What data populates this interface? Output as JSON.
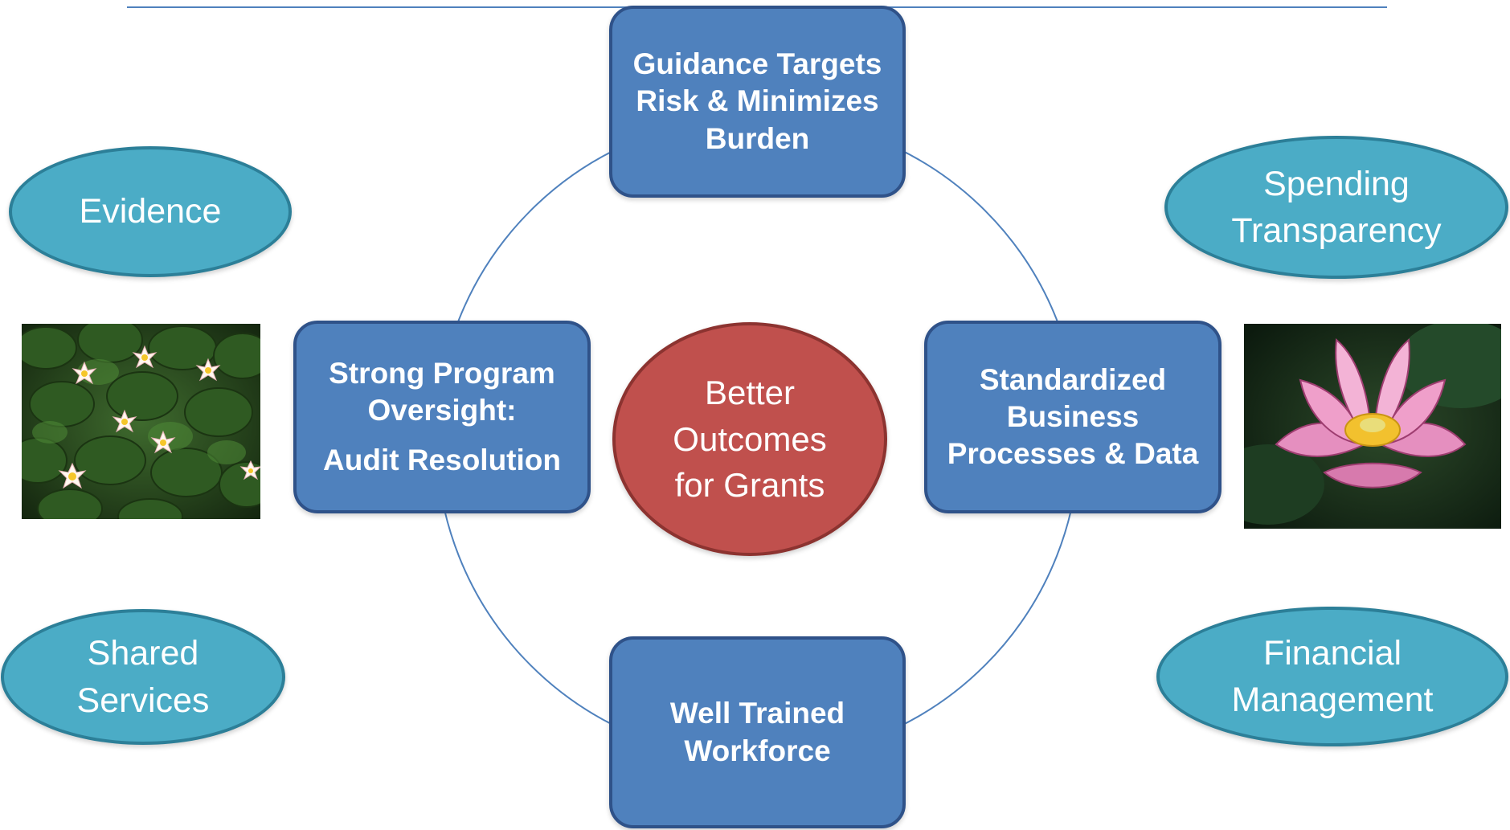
{
  "center": {
    "lines": [
      "Better",
      "Outcomes",
      "for Grants"
    ],
    "color": "#c0504d"
  },
  "boxes": {
    "top": {
      "lines": [
        "Guidance Targets",
        "Risk & Minimizes",
        "Burden"
      ]
    },
    "left": {
      "lines": [
        "Strong Program",
        "Oversight:"
      ],
      "extra": "Audit Resolution"
    },
    "right": {
      "lines": [
        "Standardized",
        "Business",
        "Processes & Data"
      ]
    },
    "bottom": {
      "lines": [
        "Well Trained",
        "Workforce"
      ]
    }
  },
  "ovals": {
    "top_left": {
      "lines": [
        "Evidence"
      ]
    },
    "top_right": {
      "lines": [
        "Spending",
        "Transparency"
      ]
    },
    "bottom_left": {
      "lines": [
        "Shared",
        "Services"
      ]
    },
    "bottom_right": {
      "lines": [
        "Financial",
        "Management"
      ]
    }
  },
  "images": {
    "left": {
      "icon": "water-lilies-photo"
    },
    "right": {
      "icon": "pink-lotus-flower-photo"
    }
  },
  "colors": {
    "box_fill": "#4f81bd",
    "oval_fill": "#4bacc6",
    "ring_line": "#4f81bd",
    "center_fill": "#c0504d"
  }
}
